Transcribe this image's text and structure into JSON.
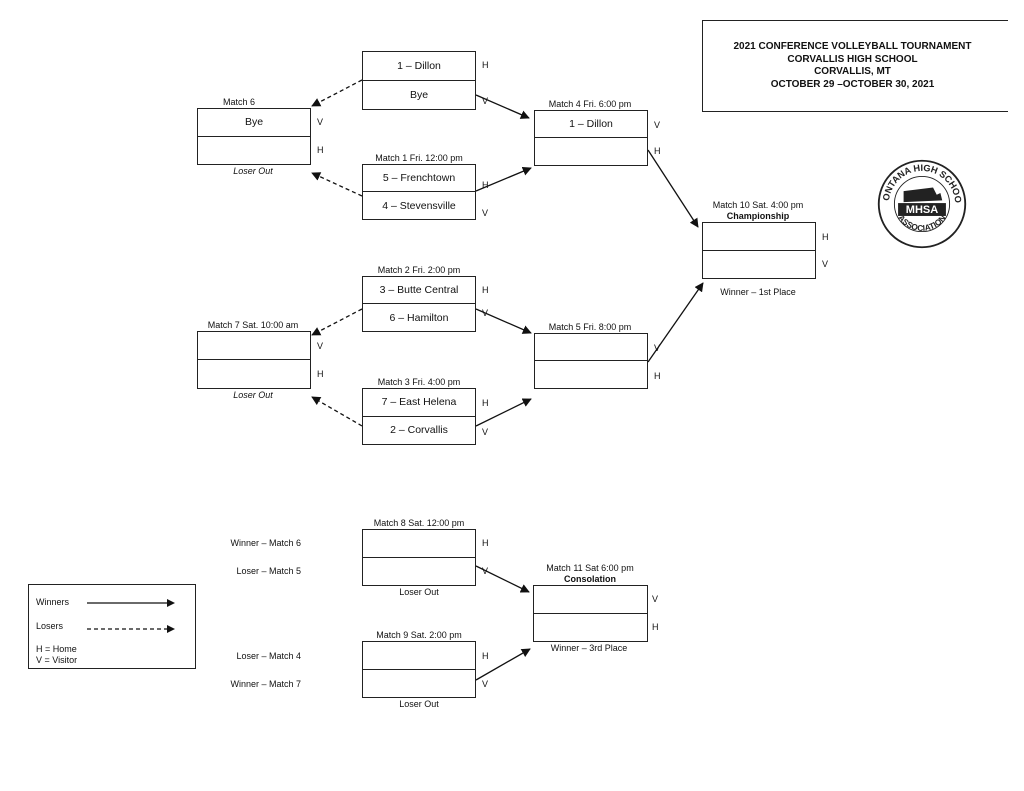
{
  "header": {
    "title": "2021 CONFERENCE VOLLEYBALL TOURNAMENT",
    "school": "CORVALLIS HIGH SCHOOL",
    "city": "CORVALLIS, MT",
    "dates": "OCTOBER 29 –OCTOBER 30, 2021"
  },
  "logo": {
    "arc_text": "MONTANA HIGH SCHOOL",
    "center_text": "MHSA",
    "bottom_text": "ASSOCIATION",
    "icon": "mhsa-logo-icon"
  },
  "home_label": "H",
  "visitor_label": "V",
  "matches": {
    "m_seed": {
      "top": "1 – Dillon",
      "bottom": "Bye"
    },
    "m1": {
      "label": "Match 1 Fri. 12:00 pm",
      "top": "5 – Frenchtown",
      "bottom": "4 – Stevensville"
    },
    "m2": {
      "label": "Match 2 Fri. 2:00 pm",
      "top": "3 – Butte Central",
      "bottom": "6 – Hamilton"
    },
    "m3": {
      "label": "Match 3 Fri. 4:00 pm",
      "top": "7 – East Helena",
      "bottom": "2 – Corvallis"
    },
    "m4": {
      "label": "Match 4 Fri. 6:00 pm",
      "top": "1 – Dillon",
      "bottom": ""
    },
    "m5": {
      "label": "Match 5 Fri. 8:00 pm",
      "top": "",
      "bottom": ""
    },
    "m6": {
      "label": "Match 6",
      "top": "Bye",
      "bottom": "",
      "note": "Loser Out"
    },
    "m7": {
      "label": "Match 7 Sat. 10:00 am",
      "top": "",
      "bottom": "",
      "note": "Loser Out"
    },
    "m8": {
      "label": "Match 8 Sat. 12:00 pm",
      "top": "",
      "bottom": "",
      "note": "Loser Out"
    },
    "m9": {
      "label": "Match 9 Sat. 2:00 pm",
      "top": "",
      "bottom": "",
      "note": "Loser Out"
    },
    "m10": {
      "label": "Match 10 Sat. 4:00 pm",
      "sub": "Championship",
      "top": "",
      "bottom": "",
      "note": "Winner – 1st Place"
    },
    "m11": {
      "label": "Match 11 Sat 6:00 pm",
      "sub": "Consolation",
      "top": "",
      "bottom": "",
      "note": "Winner – 3rd Place"
    }
  },
  "sources": {
    "m8_top": "Winner – Match 6",
    "m8_bottom": "Loser – Match 5",
    "m9_top": "Loser – Match 4",
    "m9_bottom": "Winner – Match 7"
  },
  "legend": {
    "winners": "Winners",
    "losers": "Losers",
    "home": "H = Home",
    "visitor": "V = Visitor"
  }
}
